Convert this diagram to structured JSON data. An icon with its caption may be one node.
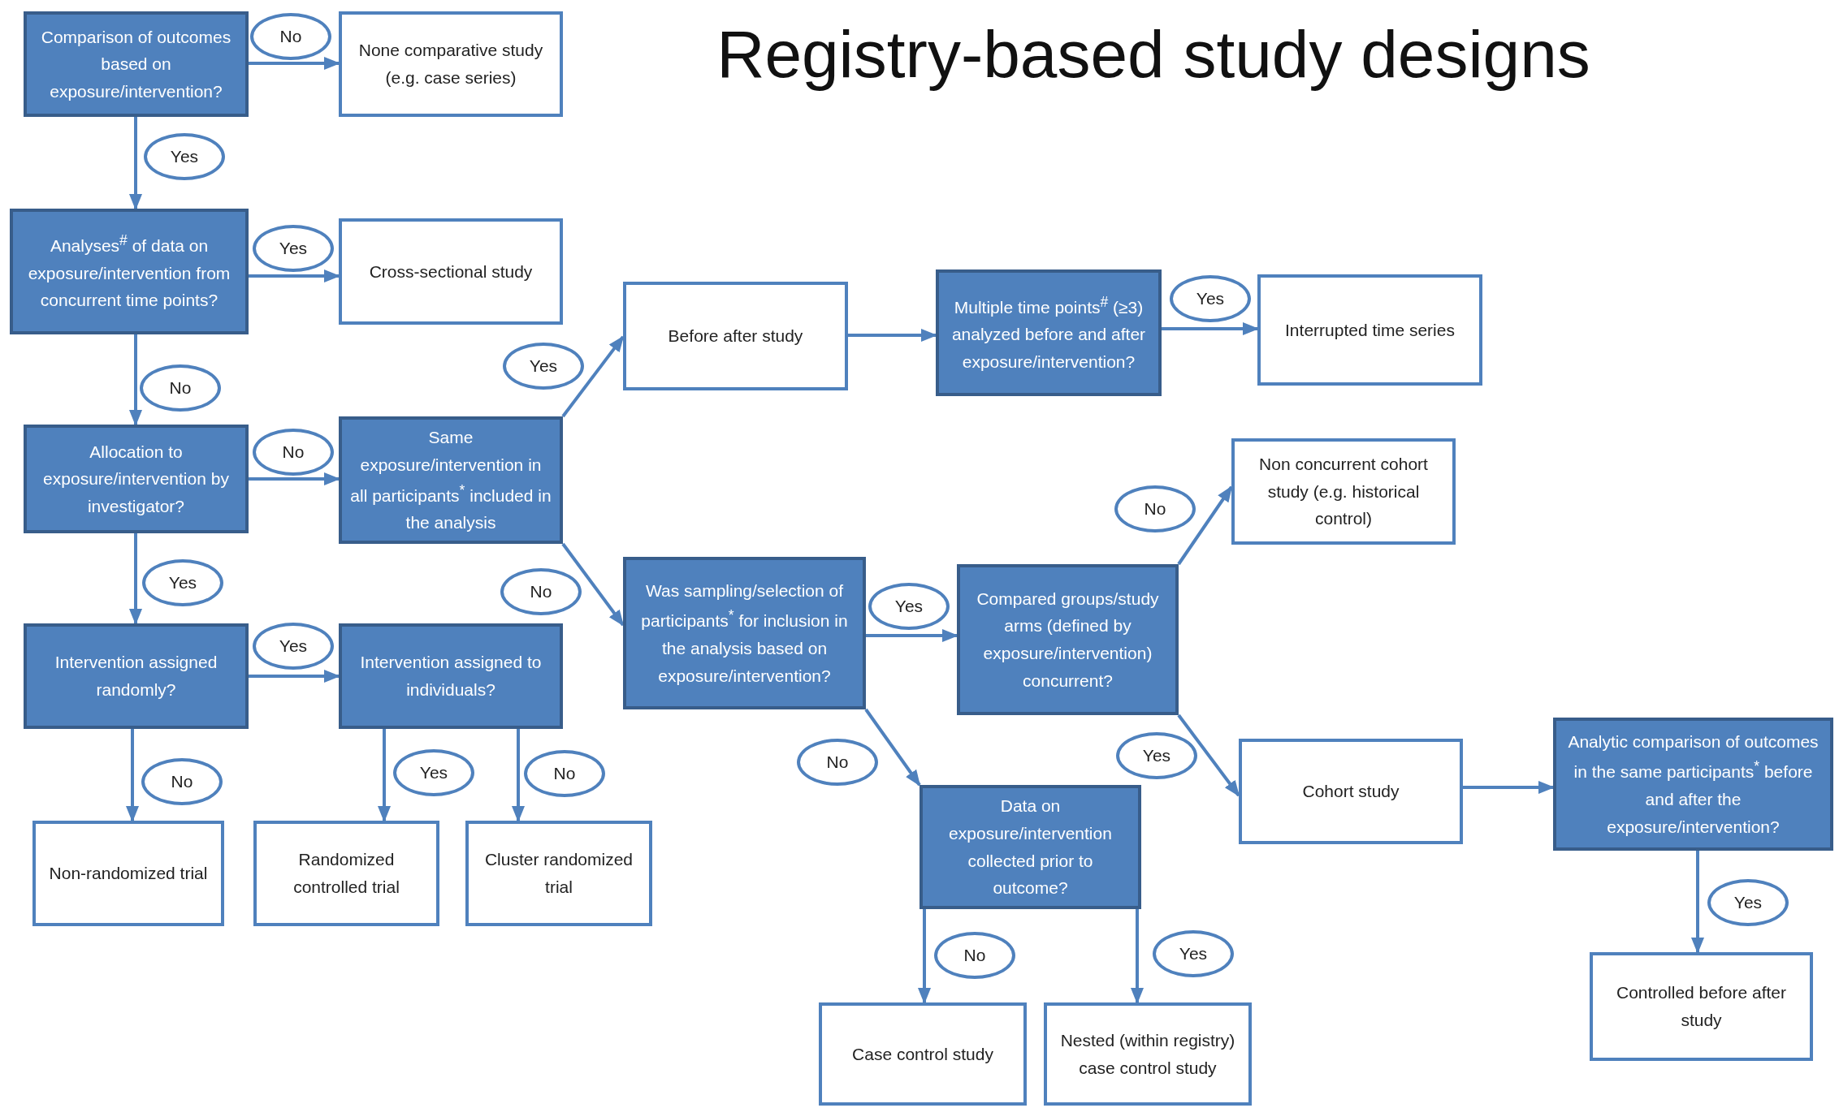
{
  "diagram": {
    "title": "Registry-based study designs",
    "nodes": [
      {
        "text": [
          "Comparison of outcomes based on exposure/intervention?"
        ]
      },
      {
        "text": [
          "None comparative study (e.g. case series)"
        ]
      },
      {
        "text": [
          "Analyses$^{#}$ of data on exposure/intervention from concurrent time points?"
        ]
      },
      {
        "text": [
          "Cross-sectional study"
        ]
      },
      {
        "text": [
          "Allocation to exposure/intervention by investigator?"
        ]
      },
      {
        "text": [
          "Same exposure/intervention in all participants$^{*}$ included in the analysis"
        ]
      },
      {
        "text": [
          "Intervention assigned randomly?"
        ]
      },
      {
        "text": [
          "Intervention assigned to individuals?"
        ]
      },
      {
        "text": [
          "Non-randomized trial"
        ]
      },
      {
        "text": [
          "Randomized controlled trial"
        ]
      },
      {
        "text": [
          "Cluster randomized trial"
        ]
      },
      {
        "text": [
          "Before after study"
        ]
      },
      {
        "text": [
          "Multiple time points$^{#}$ (≥3) analyzed before and after exposure/intervention?"
        ]
      },
      {
        "text": [
          "Interrupted time series"
        ]
      },
      {
        "text": [
          "Was sampling/selection of participants$^{*}$ for inclusion in the analysis based on exposure/intervention?"
        ]
      },
      {
        "text": [
          "Compared groups/study arms (defined by exposure/intervention) concurrent?"
        ]
      },
      {
        "text": [
          "Non concurrent cohort study (e.g. historical control)"
        ]
      },
      {
        "text": [
          "Cohort study"
        ]
      },
      {
        "text": [
          "Analytic comparison of outcomes in the same participants$^{*}$ before and after the exposure/intervention?"
        ]
      },
      {
        "text": [
          "Controlled before after study"
        ]
      },
      {
        "text": [
          "Data on exposure/intervention collected prior to outcome?"
        ]
      },
      {
        "text": [
          "Case control study"
        ]
      },
      {
        "text": [
          "Nested (within registry) case control study"
        ]
      }
    ],
    "edges": [
      {
        "from": 0,
        "to": 1,
        "arrow": "to",
        "label": "No"
      },
      {
        "from": 0,
        "to": 2,
        "arrow": "to",
        "label": "Yes"
      },
      {
        "from": 2,
        "to": 3,
        "arrow": "to",
        "label": "Yes"
      },
      {
        "from": 2,
        "to": 4,
        "arrow": "to",
        "label": "No"
      },
      {
        "from": 4,
        "to": 5,
        "arrow": "to",
        "label": "No"
      },
      {
        "from": 4,
        "to": 6,
        "arrow": "to",
        "label": "Yes"
      },
      {
        "from": 6,
        "to": 7,
        "arrow": "to",
        "label": "Yes"
      },
      {
        "from": 6,
        "to": 8,
        "arrow": "to",
        "label": "No"
      },
      {
        "from": 7,
        "to": 9,
        "arrow": "to",
        "label": "Yes"
      },
      {
        "from": 7,
        "to": 10,
        "arrow": "to",
        "label": "No"
      },
      {
        "from": 5,
        "to": 11,
        "arrow": "to",
        "label": "Yes"
      },
      {
        "from": 5,
        "to": 14,
        "arrow": "to",
        "label": "No"
      },
      {
        "from": 11,
        "to": 12,
        "arrow": "to"
      },
      {
        "from": 12,
        "to": 13,
        "arrow": "to",
        "label": "Yes"
      },
      {
        "from": 14,
        "to": 15,
        "arrow": "to",
        "label": "Yes"
      },
      {
        "from": 14,
        "to": 20,
        "arrow": "to",
        "label": "No"
      },
      {
        "from": 15,
        "to": 16,
        "arrow": "to",
        "label": "No"
      },
      {
        "from": 15,
        "to": 17,
        "arrow": "to",
        "label": "Yes"
      },
      {
        "from": 17,
        "to": 18,
        "arrow": "to"
      },
      {
        "from": 18,
        "to": 19,
        "arrow": "to",
        "label": "Yes"
      },
      {
        "from": 20,
        "to": 21,
        "arrow": "to",
        "label": "No"
      },
      {
        "from": 20,
        "to": 22,
        "arrow": "to",
        "label": "Yes"
      }
    ]
  }
}
